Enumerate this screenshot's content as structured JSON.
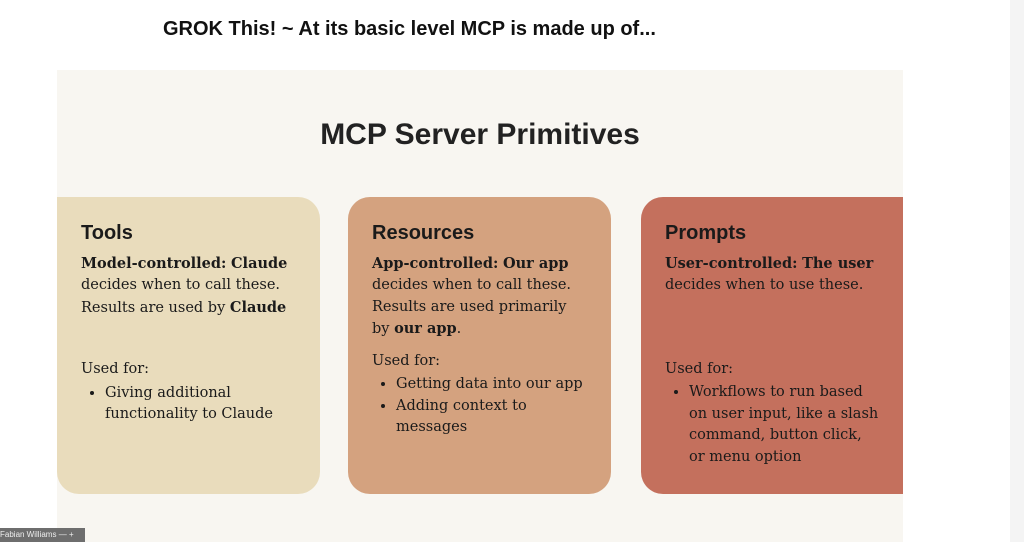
{
  "header": "GROK This! ~ At its basic level MCP is made up of...",
  "slide": {
    "title": "MCP Server Primitives",
    "cards": [
      {
        "title": "Tools",
        "l1b": "Model-controlled:",
        "l1c": "Claude",
        "l2": "decides when to call these.",
        "l3": "Results are used by",
        "l3b": "Claude",
        "l4": "",
        "l4b": "",
        "l4e": "",
        "used": "Used for:",
        "items": [
          "Giving additional functionality to Claude"
        ]
      },
      {
        "title": "Resources",
        "l1b": "App-controlled:",
        "l1c": "Our app",
        "l2": "decides when to call these.",
        "l3": "Results are used primarily",
        "l3b": "",
        "l4": "by",
        "l4b": "our app",
        "l4e": ".",
        "used": "Used for:",
        "items": [
          "Getting data into our app",
          "Adding context to messages"
        ]
      },
      {
        "title": "Prompts",
        "l1b": "User-controlled:",
        "l1c": "The user",
        "l2": "decides when to use these.",
        "l3": "",
        "l3b": "",
        "l4": "",
        "l4b": "",
        "l4e": "",
        "used": "Used for:",
        "items": [
          "Workflows to run based on user input, like a slash command, button click, or menu option"
        ]
      }
    ]
  },
  "participant": {
    "name": "Fabian Williams",
    "minus": "—",
    "plus": "+"
  }
}
